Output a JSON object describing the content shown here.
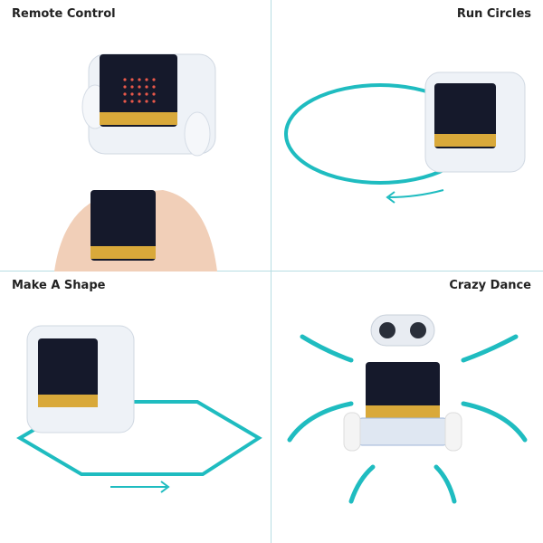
{
  "panels": [
    {
      "title": "Remote Control"
    },
    {
      "title": "Run Circles"
    },
    {
      "title": "Make A Shape"
    },
    {
      "title": "Crazy Dance"
    }
  ],
  "colors": {
    "accent": "#1fbcc0",
    "divider": "#b7dde3",
    "board": "#15192b",
    "led": "#e8584a",
    "edge": "#d9a93a"
  }
}
